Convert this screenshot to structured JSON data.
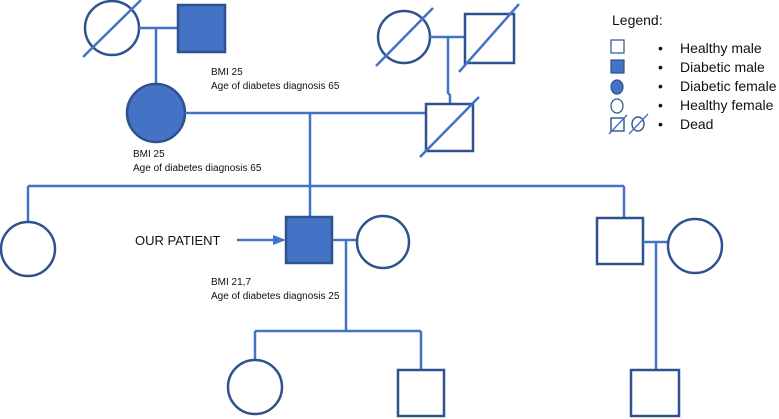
{
  "colors": {
    "line": "#4472C4",
    "fill": "#4472C4",
    "outline": "#2F528F",
    "text": "#111111"
  },
  "annotations": {
    "grandfather": {
      "bmi": "BMI 25",
      "age": "Age of diabetes diagnosis 65"
    },
    "mother": {
      "bmi": "BMI 25",
      "age": "Age of diabetes diagnosis 65"
    },
    "patient": {
      "bmi": "BMI 21,7",
      "age": "Age of diabetes diagnosis 25"
    }
  },
  "patient_label": "OUR PATIENT",
  "legend": {
    "title": "Legend:",
    "bullet": "•",
    "items": [
      {
        "label": "Healthy male",
        "symbol": "square-open"
      },
      {
        "label": "Diabetic male",
        "symbol": "square-filled"
      },
      {
        "label": "Diabetic female",
        "symbol": "circle-filled"
      },
      {
        "label": "Healthy female",
        "symbol": "circle-open"
      },
      {
        "label": "Dead",
        "symbol": "square-circle-slashed"
      }
    ]
  }
}
